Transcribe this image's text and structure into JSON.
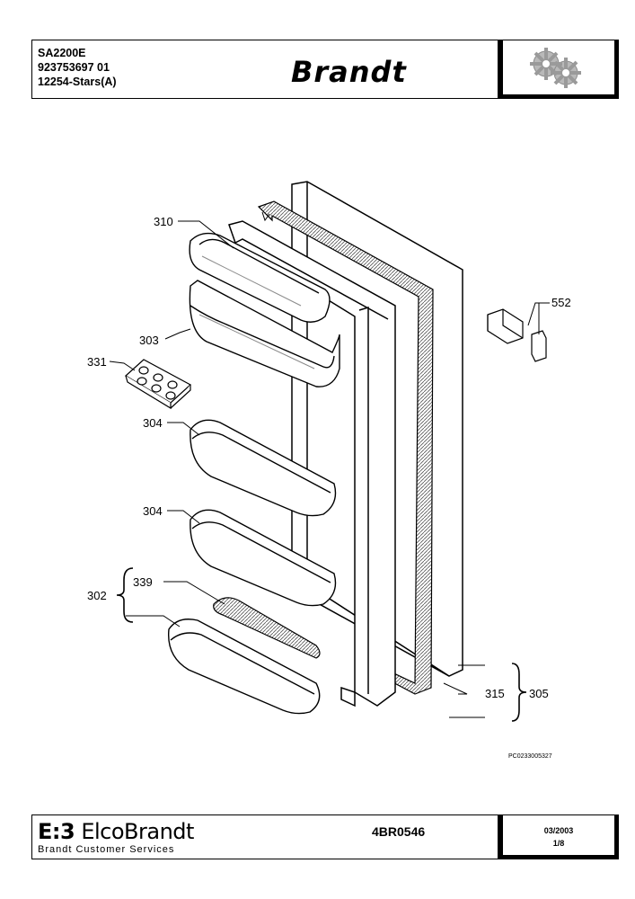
{
  "header": {
    "model": "SA2200E",
    "product_code": "923753697 01",
    "variant": "12254-Stars(A)",
    "brand": "Brandt"
  },
  "diagram": {
    "labels": {
      "p310": "310",
      "p303": "303",
      "p331": "331",
      "p304a": "304",
      "p304b": "304",
      "p302": "302",
      "p339": "339",
      "p552": "552",
      "p315": "315",
      "p305": "305"
    },
    "image_ref": "PC0233005327"
  },
  "footer": {
    "company": "ElcoBrandt",
    "company_mark": "E:3",
    "service": "Brandt Customer Services",
    "doc_ref": "4BR0546",
    "date": "03/2003",
    "page": "1/8"
  },
  "icons": [
    "gears-icon"
  ]
}
